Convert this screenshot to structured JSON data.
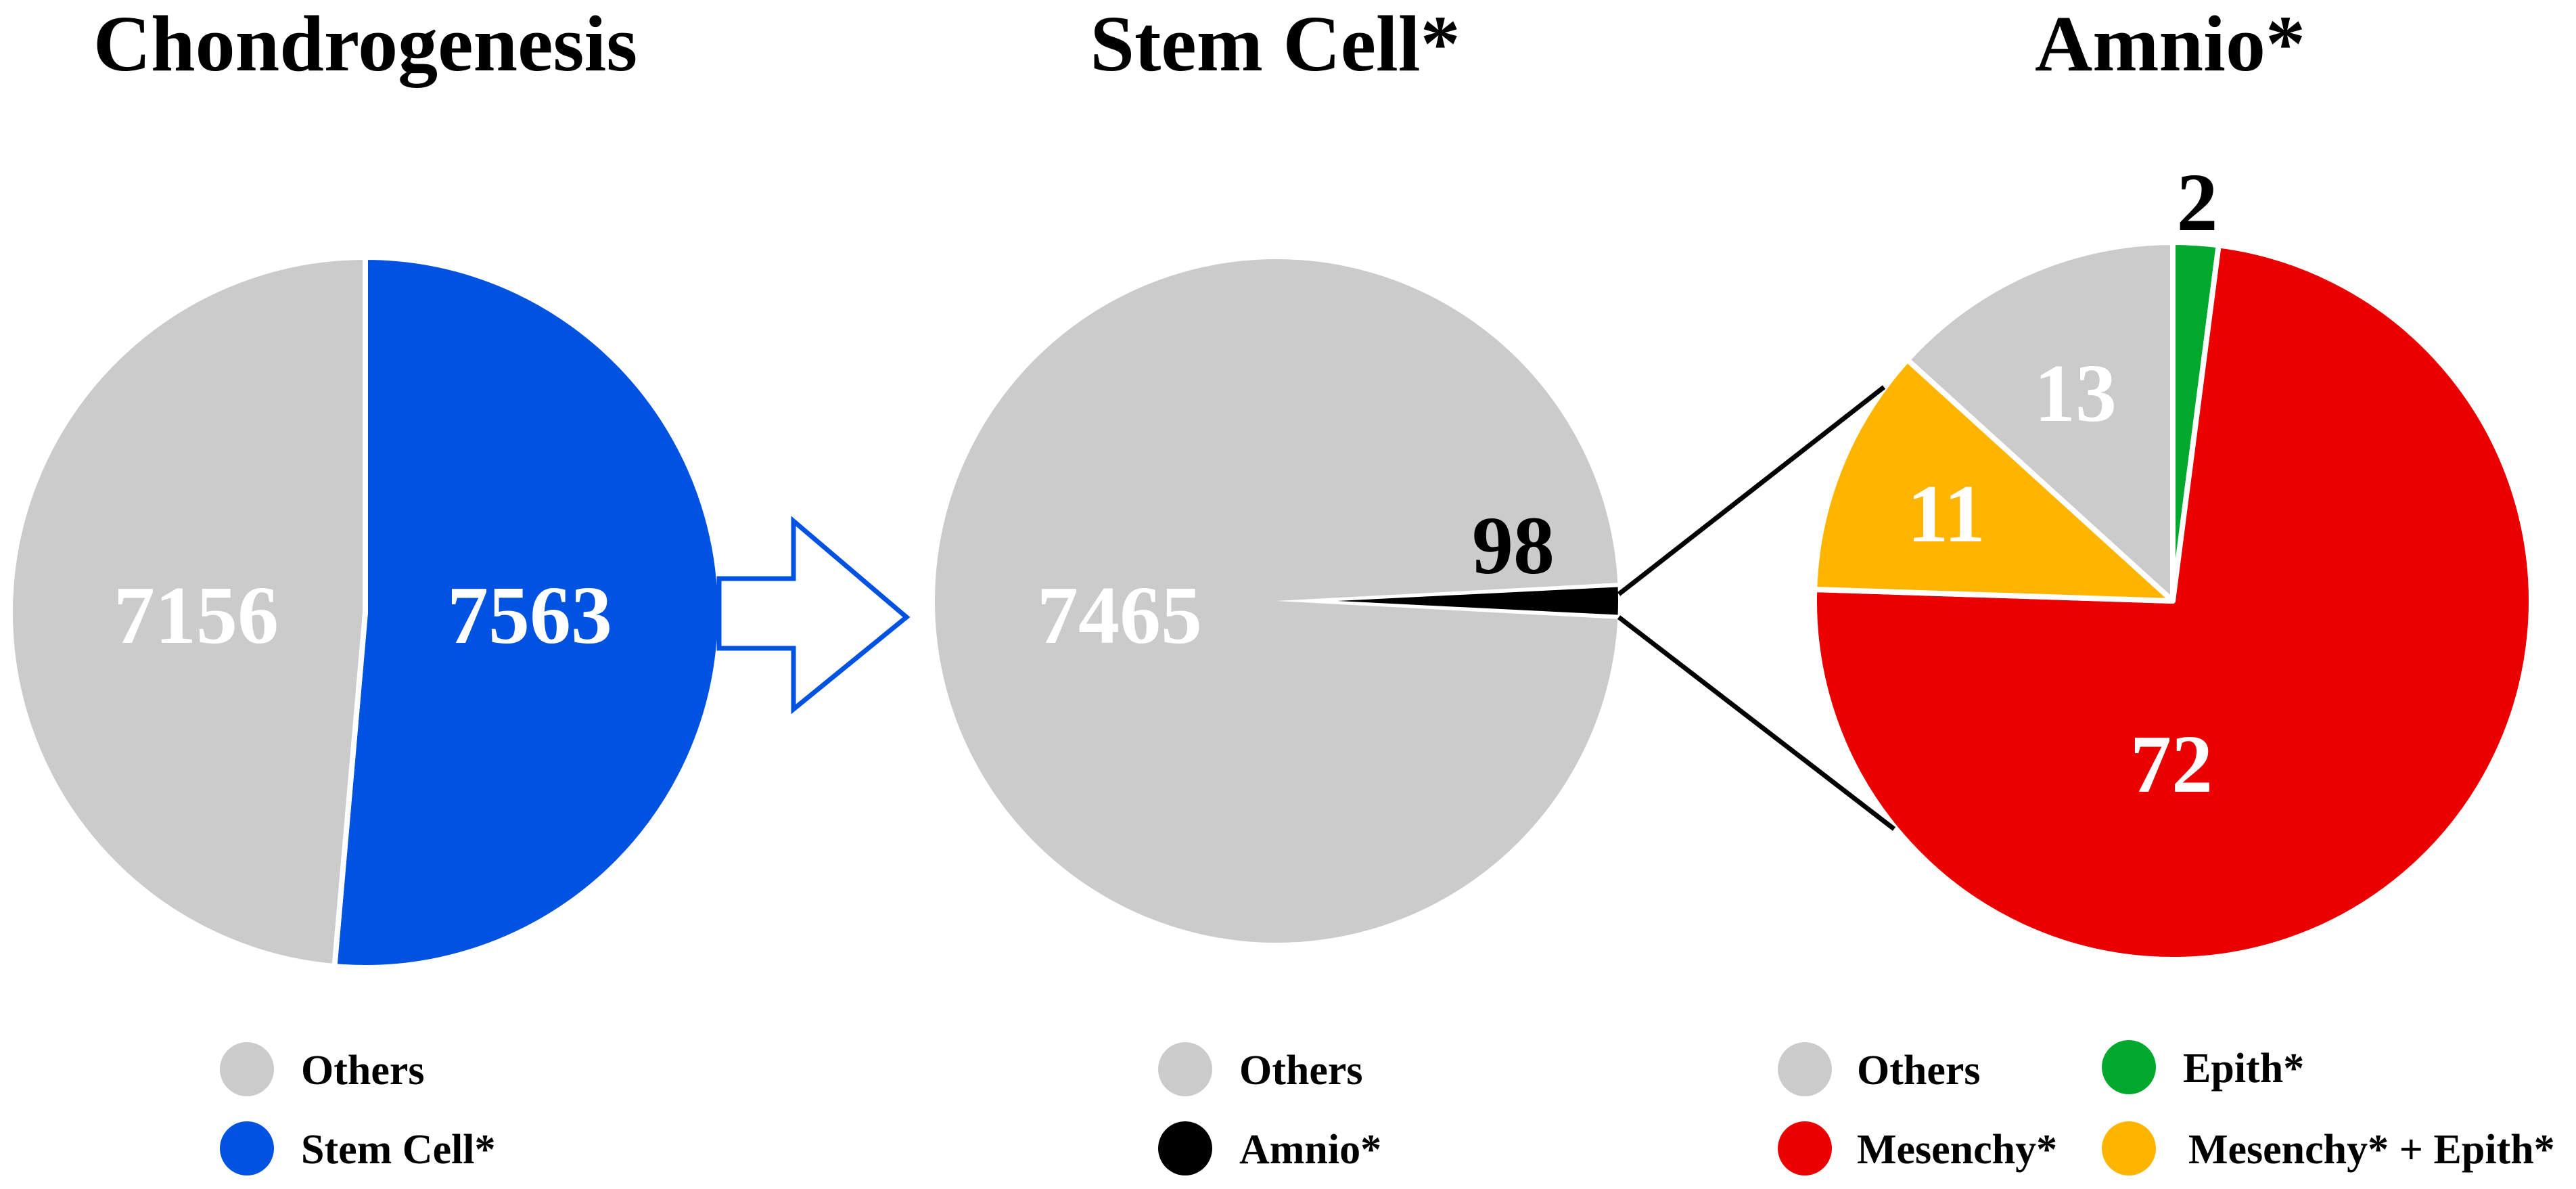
{
  "chart_data": [
    {
      "type": "pie",
      "title": "Chondrogenesis",
      "slices": [
        {
          "label": "Stem Cell*",
          "value": 7563,
          "display": "7563",
          "color": "#0052e0",
          "label_color": "#ffffff"
        },
        {
          "label": "Others",
          "value": 7156,
          "display": "7156",
          "color": "#cbcbcb",
          "label_color": "#ffffff"
        }
      ],
      "legend": [
        {
          "label": "Others",
          "color": "#cbcbcb"
        },
        {
          "label": "Stem Cell*",
          "color": "#0052e0"
        }
      ]
    },
    {
      "type": "pie",
      "title": "Stem Cell*",
      "slices": [
        {
          "label": "Others",
          "value": 7465,
          "display": "7465",
          "color": "#cbcbcb",
          "label_color": "#ffffff"
        },
        {
          "label": "Amnio*",
          "value": 98,
          "display": "98",
          "color": "#000000",
          "label_color": "#000000"
        }
      ],
      "legend": [
        {
          "label": "Others",
          "color": "#cbcbcb"
        },
        {
          "label": "Amnio*",
          "color": "#000000"
        }
      ]
    },
    {
      "type": "pie",
      "title": "Amnio*",
      "slices": [
        {
          "label": "Epith*",
          "value": 2,
          "display": "2",
          "color": "#00a82d",
          "label_color": "#000000"
        },
        {
          "label": "Mesenchy*",
          "value": 72,
          "display": "72",
          "color": "#ea0000",
          "label_color": "#ffffff"
        },
        {
          "label": "Mesenchy* + Epith*",
          "value": 11,
          "display": "11",
          "color": "#ffb400",
          "label_color": "#ffffff"
        },
        {
          "label": "Others",
          "value": 13,
          "display": "13",
          "color": "#cbcbcb",
          "label_color": "#ffffff"
        }
      ],
      "legend": [
        {
          "label": "Others",
          "color": "#cbcbcb"
        },
        {
          "label": "Epith*",
          "color": "#00a82d"
        },
        {
          "label": "Mesenchy*",
          "color": "#ea0000"
        },
        {
          "label": "Mesenchy* + Epith*",
          "color": "#ffb400"
        }
      ]
    }
  ],
  "connector": {
    "arrow_color": "#0052e0",
    "zoom_line_color": "#000000"
  }
}
